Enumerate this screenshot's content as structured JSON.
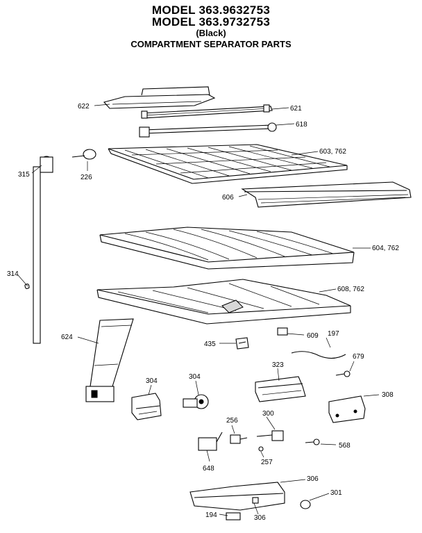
{
  "header": {
    "model_line_1": "MODEL 363.9632753",
    "model_line_2": "MODEL 363.9732753",
    "variant": "(Black)",
    "subtitle": "COMPARTMENT SEPARATOR PARTS"
  },
  "part_numbers": {
    "p622": "622",
    "p621": "621",
    "p618": "618",
    "p315": "315",
    "p226": "226",
    "p603": "603, 762",
    "p606": "606",
    "p604": "604, 762",
    "p314": "314",
    "p608": "608, 762",
    "p624": "624",
    "p435": "435",
    "p609": "609",
    "p197": "197",
    "p679": "679",
    "p323": "323",
    "p304a": "304",
    "p304b": "304",
    "p308": "308",
    "p256": "256",
    "p300": "300",
    "p568": "568",
    "p648": "648",
    "p257": "257",
    "p306a": "306",
    "p301": "301",
    "p194": "194",
    "p306b": "306"
  }
}
